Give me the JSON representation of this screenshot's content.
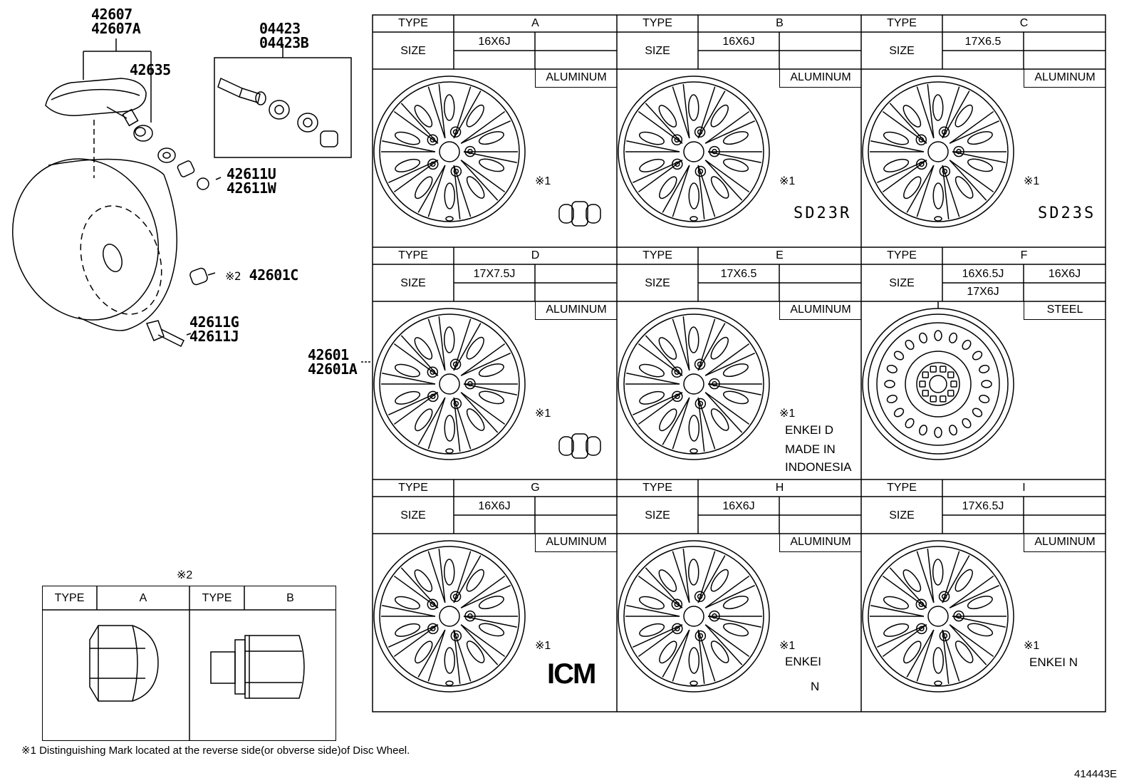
{
  "part_numbers": {
    "sensor": [
      "42607",
      "42607A"
    ],
    "valve_kit": [
      "04423",
      "04423B"
    ],
    "grommet": "42635",
    "nut_u_w": [
      "42611U",
      "42611W"
    ],
    "nut_c_ref": "※2",
    "nut_c": "42601C",
    "valve_g_j": [
      "42611G",
      "42611J"
    ],
    "wheel": [
      "42601",
      "42601A"
    ]
  },
  "labels": {
    "type": "TYPE",
    "size": "SIZE",
    "ref1": "※1",
    "ref2": "※2"
  },
  "wheel_types": [
    {
      "type": "A",
      "size": [
        "16X6J"
      ],
      "material": "ALUMINUM",
      "mark": "",
      "mark_lines": []
    },
    {
      "type": "B",
      "size": [
        "16X6J"
      ],
      "material": "ALUMINUM",
      "mark": "SD23R",
      "mark_lines": []
    },
    {
      "type": "C",
      "size": [
        "17X6.5"
      ],
      "material": "ALUMINUM",
      "mark": "SD23S",
      "mark_lines": []
    },
    {
      "type": "D",
      "size": [
        "17X7.5J"
      ],
      "material": "ALUMINUM",
      "mark": "",
      "mark_lines": []
    },
    {
      "type": "E",
      "size": [
        "17X6.5"
      ],
      "material": "ALUMINUM",
      "mark": "ENKEI  D",
      "mark_lines": [
        "MADE IN",
        "INDONESIA"
      ]
    },
    {
      "type": "F",
      "size": [
        "16X6.5J",
        "16X6J",
        "17X6J"
      ],
      "material": "STEEL",
      "mark": "",
      "mark_lines": []
    },
    {
      "type": "G",
      "size": [
        "16X6J"
      ],
      "material": "ALUMINUM",
      "mark": "ICM",
      "mark_lines": []
    },
    {
      "type": "H",
      "size": [
        "16X6J"
      ],
      "material": "ALUMINUM",
      "mark": "ENKEI",
      "mark_lines": [
        "N"
      ]
    },
    {
      "type": "I",
      "size": [
        "17X6.5J"
      ],
      "material": "ALUMINUM",
      "mark": "ENKEI   N",
      "mark_lines": []
    }
  ],
  "nut_table": {
    "types": [
      "A",
      "B"
    ]
  },
  "footnote": "※1  Distinguishing Mark located at the reverse side(or obverse side)of Disc Wheel.",
  "diagram_id": "414443E"
}
